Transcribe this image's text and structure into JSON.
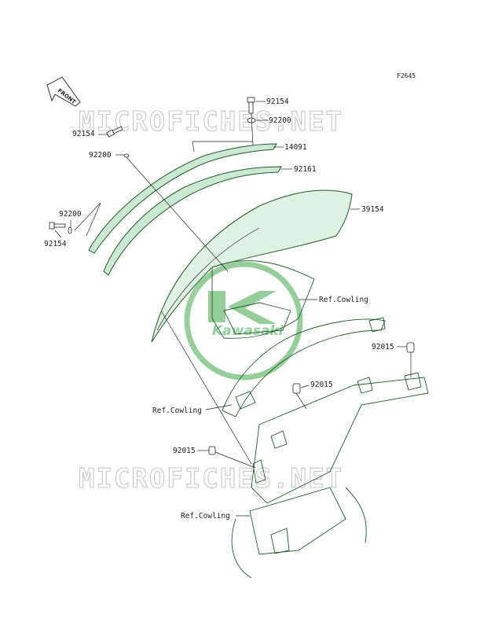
{
  "diagram_code": "F2645",
  "front_label": "FRONT",
  "watermark": "MICROFICHES.NET",
  "logo_text": "Kawasaki",
  "colors": {
    "part_fill": "#dff1e2",
    "part_stroke": "#1f5c2b",
    "logo_green": "#3fa74a"
  },
  "labels": {
    "bolt_top": "92154",
    "washer_top": "92200",
    "trim": "14091",
    "bolt_left": "92154",
    "washer_left": "92200",
    "seal": "92161",
    "washer_lower": "92200",
    "bolt_lower": "92154",
    "windshield": "39154",
    "ref_cowling_1": "Ref.Cowling",
    "grommet_right": "92015",
    "grommet_mid": "92015",
    "ref_cowling_2": "Ref.Cowling",
    "grommet_lower": "92015",
    "ref_cowling_3": "Ref.Cowling"
  }
}
